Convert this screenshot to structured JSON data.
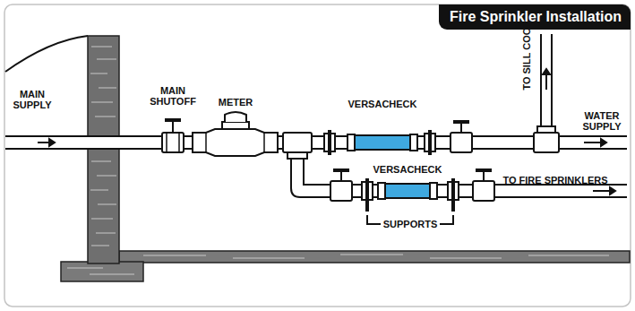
{
  "diagram": {
    "title": "Fire Sprinkler Installation",
    "labels": [
      "MAIN SUPPLY",
      "MAIN SHUTOFF",
      "METER",
      "VERSACHECK",
      "TO SILL COCK",
      "WATER SUPPLY",
      "VERSACHECK",
      "TO FIRE SPRINKLERS",
      "SUPPORTS"
    ]
  }
}
